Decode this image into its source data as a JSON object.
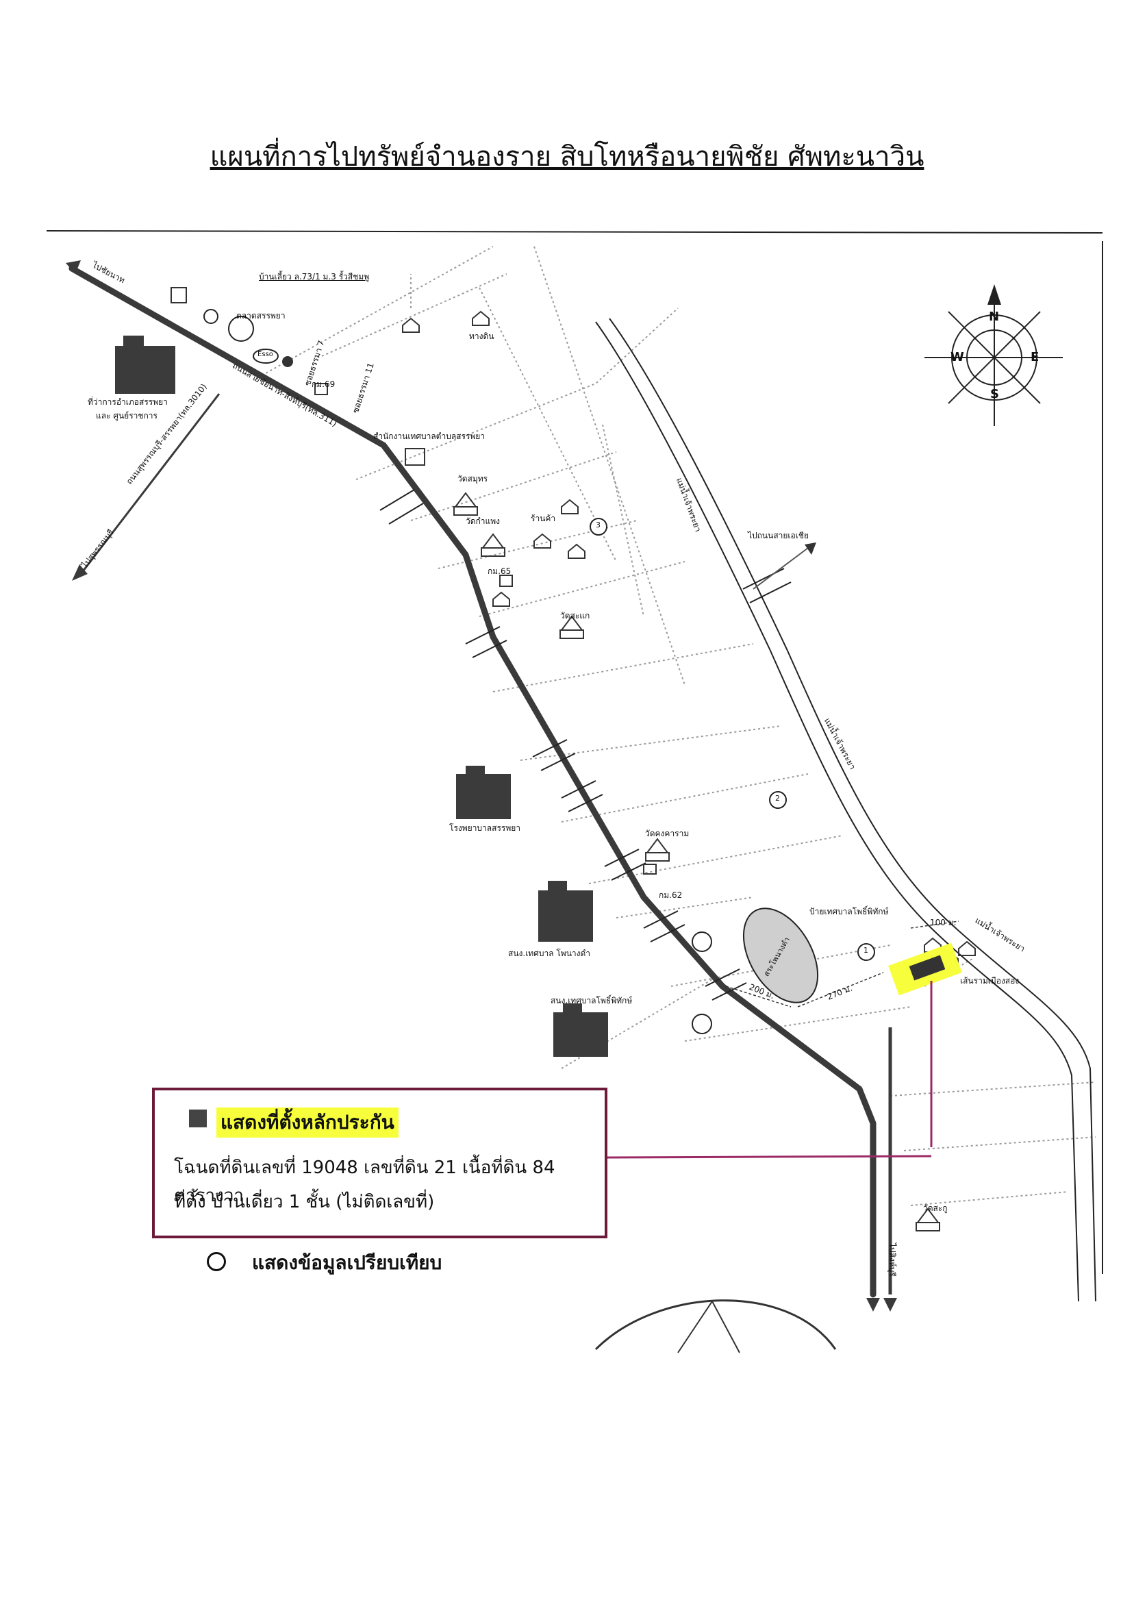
{
  "title": "แผนที่การไปทรัพย์จำนองราย สิบโทหรือนายพิชัย ศัพทะนาวิน",
  "compass": {
    "n": "N",
    "s": "S",
    "e": "E",
    "w": "W"
  },
  "labels": {
    "to_chainat": "ไปชัยนาท",
    "to_suphan": "ไปสุพรรณบุรี",
    "road_suphan": "ถนนสุพรรณบุรี-สรรพยา(ทล.3010)",
    "road_main": "ถนนสายชัยนาท-สิงห์บุรี(ทล.311)",
    "district_office": "ที่ว่าการอำเภอสรรพยา",
    "district_office2": "และ ศูนย์ราชการ",
    "market": "ตลาดสรรพยา",
    "esso": "Esso",
    "km69": "กม.69",
    "soi7": "ซอยธรรมา 7",
    "soi11": "ซอยธรรมา 11",
    "village_no": "บ้านเลี้ยว ล.73/1 ม.3 รั้วสีชมพู",
    "tangdin": "ทางดิน",
    "municipal": "สำนักงานเทศบาลตำบลสรรพยา",
    "wat_samut": "วัดสมุทร",
    "wat_kamphaeng": "วัดกำแพง",
    "shop": "ร้านค้า",
    "km65": "กม.65",
    "wat_sakae": "วัดสะแก",
    "river1": "แม่น้ำเจ้าพระยา",
    "river2": "แม่น้ำเจ้าพระยา",
    "river3": "แม่น้ำเจ้าพระยา",
    "to_asian": "ไปถนนสายเอเชีย",
    "hospital": "โรงพยาบาลสรรพยา",
    "wat_khongkharam": "วัดคงคาราม",
    "km62": "กม.62",
    "sign_pho": "ป้ายเทศบาลโพธิ์พิทักษ์",
    "office_phonangdam": "สนง.เทศบาล โพนางดำ",
    "office_phophithak": "สนง.เทศบาลโพธิ์พิทักษ์",
    "pond": "สระโพนางดำ",
    "m100": "100 ม.",
    "m200": "200 ม.",
    "m270": "270 ม.",
    "mueang_song": "เส้นรามเมืองสอง",
    "wat_sakoo": "วัดสะกู",
    "to_singburi": "ไปสิงห์บุรี",
    "n1": "1",
    "n2": "2",
    "n3": "3"
  },
  "legend": {
    "collateral": "แสดงที่ตั้งหลักประกัน",
    "deed": "โฉนดที่ดินเลขที่ 19048 เลขที่ดิน 21 เนื้อที่ดิน 84 ตารางวา",
    "location": "ที่ตั้ง บ้านเดี่ยว 1  ชั้น    (ไม่ติดเลขที่)",
    "comparison": "แสดงข้อมูลเปรียบเทียบ"
  },
  "colors": {
    "road": "#3a3a3a",
    "highlight": "#f7ff3c",
    "legend_border": "#6b1a3a",
    "pointer": "#9b2a66"
  }
}
